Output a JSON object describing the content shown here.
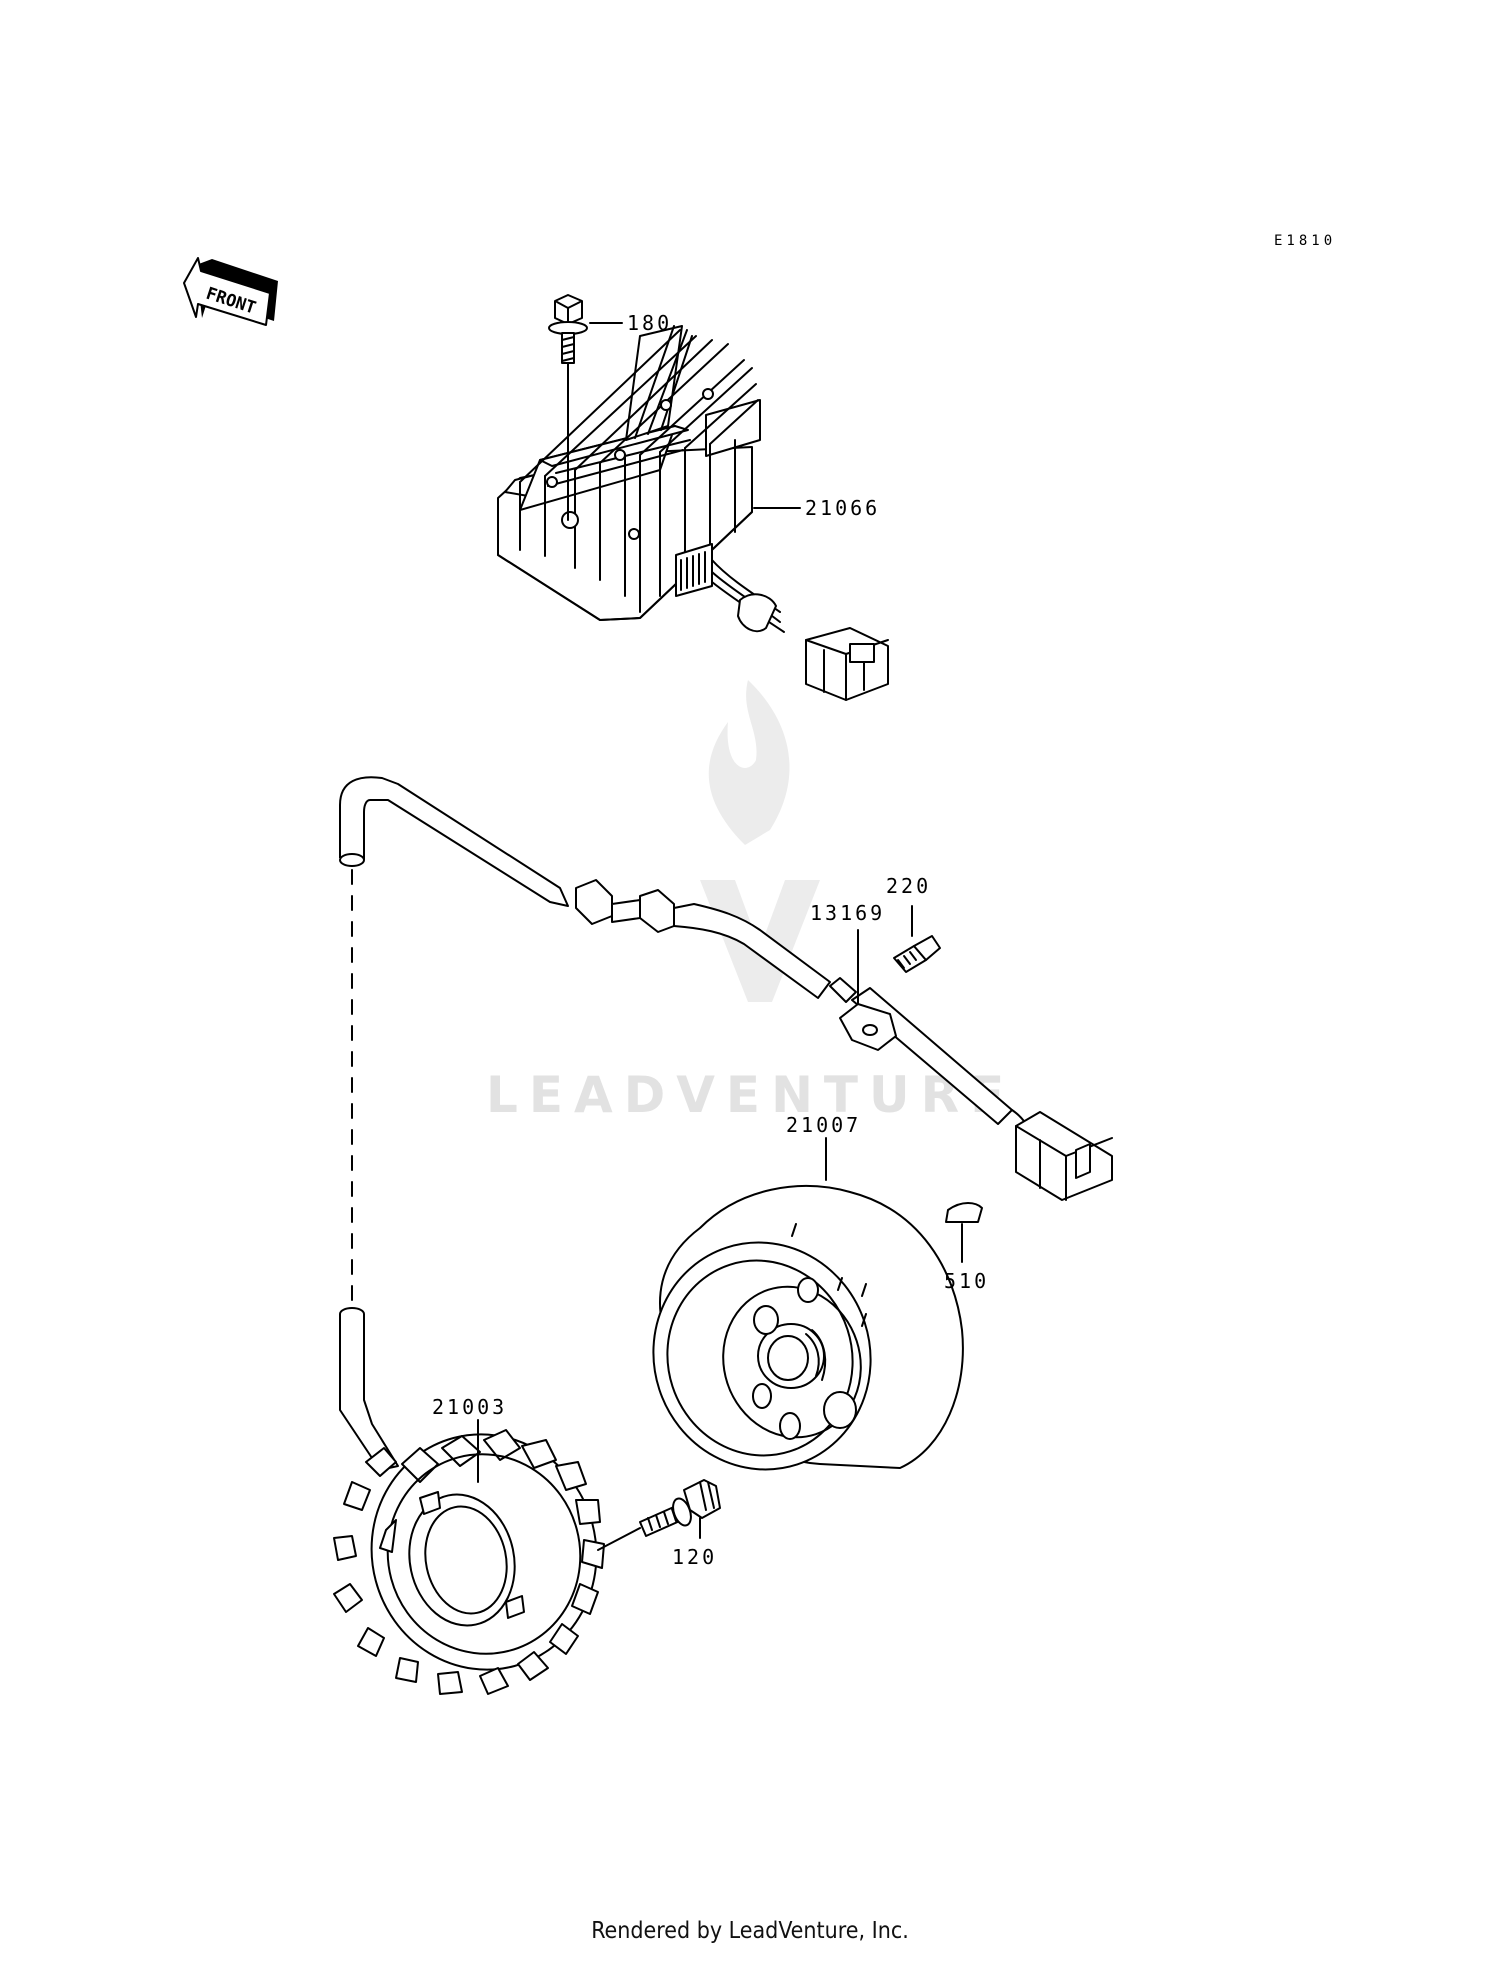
{
  "diagram_code": "E1810",
  "front_label": "FRONT",
  "watermark": "LEADVENTURE",
  "parts": {
    "bolt_regulator": "180",
    "regulator": "21066",
    "plate": "13169",
    "screw": "220",
    "rotor": "21007",
    "key": "510",
    "stator": "21003",
    "bolt_stator": "120"
  },
  "footer": "Rendered by LeadVenture, Inc."
}
